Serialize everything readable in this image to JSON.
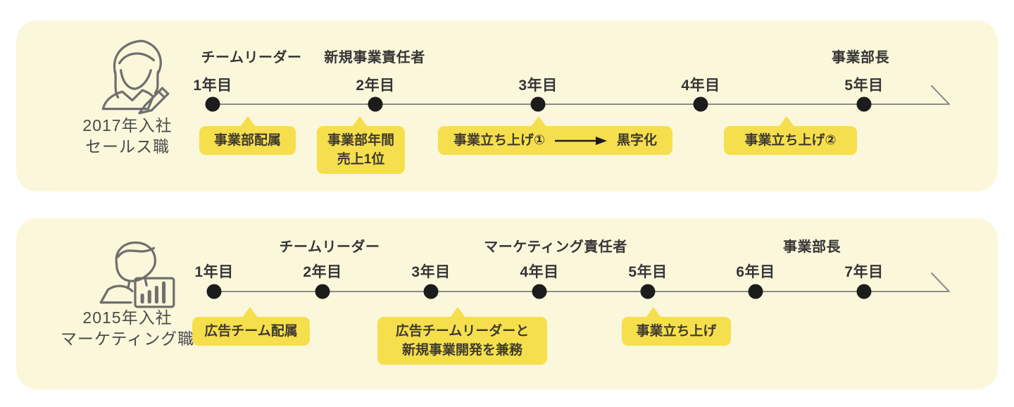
{
  "colors": {
    "panel_bg": "#FBF7DB",
    "badge_bg": "#F6DF4D",
    "timeline_line": "#8B8B8B",
    "dot": "#1C1C1C",
    "icon_stroke": "#6F6F6F",
    "arrow": "#1C1C1C"
  },
  "panels": [
    {
      "name": "sales-career",
      "profile": {
        "icon": "person-writing-icon",
        "line1": "2017年入社",
        "line2": "セールス職"
      },
      "years": [
        {
          "label": "1年目"
        },
        {
          "label": "2年目"
        },
        {
          "label": "3年目"
        },
        {
          "label": "4年目"
        },
        {
          "label": "5年目"
        }
      ],
      "roles": [
        {
          "label": "チームリーダー",
          "starts_at_year": 1
        },
        {
          "label": "新規事業責任者",
          "starts_at_year": 2
        },
        {
          "label": "事業部長",
          "starts_at_year": 5
        }
      ],
      "events": [
        {
          "at_year": 1,
          "lines": [
            "事業部配属"
          ]
        },
        {
          "at_year": 2,
          "lines": [
            "事業部年間",
            "売上1位"
          ]
        },
        {
          "at_year": 3,
          "segments": {
            "before": "事業立ち上げ①",
            "arrow": "right-arrow",
            "after": "黒字化"
          }
        },
        {
          "at_year": 4.5,
          "lines": [
            "事業立ち上げ②"
          ]
        }
      ]
    },
    {
      "name": "marketing-career",
      "profile": {
        "icon": "person-chart-icon",
        "line1": "2015年入社",
        "line2": "マーケティング職"
      },
      "years": [
        {
          "label": "1年目"
        },
        {
          "label": "2年目"
        },
        {
          "label": "3年目"
        },
        {
          "label": "4年目"
        },
        {
          "label": "5年目"
        },
        {
          "label": "6年目"
        },
        {
          "label": "7年目"
        }
      ],
      "roles": [
        {
          "label": "チームリーダー",
          "starts_at_year": 2
        },
        {
          "label": "マーケティング責任者",
          "starts_at_year": 4
        },
        {
          "label": "事業部長",
          "starts_at_year": 6.5
        }
      ],
      "events": [
        {
          "at_year": 1,
          "lines": [
            "広告チーム配属"
          ]
        },
        {
          "at_year": 3,
          "lines": [
            "広告チームリーダーと",
            "新規事業開発を兼務"
          ]
        },
        {
          "at_year": 5,
          "lines": [
            "事業立ち上げ"
          ]
        }
      ]
    }
  ]
}
